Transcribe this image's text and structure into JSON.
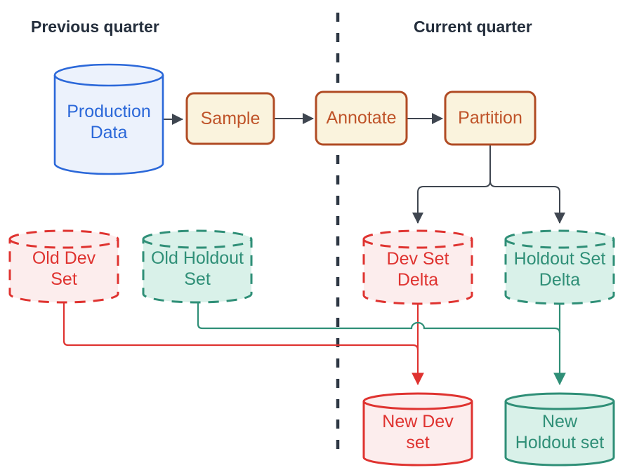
{
  "diagram": {
    "titles": {
      "left": "Previous quarter",
      "right": "Current quarter"
    },
    "nodes": {
      "production": {
        "label": "Production\nData",
        "shape": "cylinder",
        "style": "blue-solid"
      },
      "sample": {
        "label": "Sample",
        "shape": "process-box",
        "style": "orange-solid"
      },
      "annotate": {
        "label": "Annotate",
        "shape": "process-box",
        "style": "orange-solid"
      },
      "partition": {
        "label": "Partition",
        "shape": "process-box",
        "style": "orange-solid"
      },
      "old_dev": {
        "label": "Old Dev\nSet",
        "shape": "cylinder",
        "style": "red-dashed"
      },
      "old_holdout": {
        "label": "Old Holdout\nSet",
        "shape": "cylinder",
        "style": "teal-dashed"
      },
      "dev_delta": {
        "label": "Dev Set\nDelta",
        "shape": "cylinder",
        "style": "red-dashed"
      },
      "holdout_delta": {
        "label": "Holdout Set\nDelta",
        "shape": "cylinder",
        "style": "teal-dashed"
      },
      "new_dev": {
        "label": "New Dev\nset",
        "shape": "cylinder",
        "style": "red-solid"
      },
      "new_holdout": {
        "label": "New\nHoldout set",
        "shape": "cylinder",
        "style": "teal-solid"
      }
    },
    "edges": [
      {
        "from": "production",
        "to": "sample",
        "color": "dark"
      },
      {
        "from": "sample",
        "to": "annotate",
        "color": "dark"
      },
      {
        "from": "annotate",
        "to": "partition",
        "color": "dark"
      },
      {
        "from": "partition",
        "to": "dev_delta",
        "color": "dark"
      },
      {
        "from": "partition",
        "to": "holdout_delta",
        "color": "dark"
      },
      {
        "from": "old_dev",
        "to": "new_dev",
        "color": "red"
      },
      {
        "from": "dev_delta",
        "to": "new_dev",
        "color": "red"
      },
      {
        "from": "old_holdout",
        "to": "new_holdout",
        "color": "teal"
      },
      {
        "from": "holdout_delta",
        "to": "new_holdout",
        "color": "teal"
      }
    ],
    "divider": {
      "style": "dashed-vertical",
      "separates": [
        "Previous quarter",
        "Current quarter"
      ]
    },
    "colors": {
      "blue_stroke": "#2b68d9",
      "blue_fill": "#ecf2fc",
      "orange_stroke": "#b04b24",
      "orange_fill": "#faf3dd",
      "orange_text": "#bf5329",
      "red_stroke": "#df3330",
      "red_fill": "#fceded",
      "teal_stroke": "#2f8f77",
      "teal_fill": "#d9f1e9",
      "connector_dark": "#3f4650",
      "divider_dark": "#2d3743",
      "title_text": "#242e3c"
    }
  }
}
